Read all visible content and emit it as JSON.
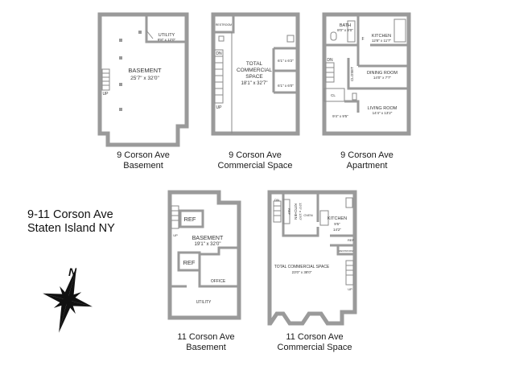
{
  "property": {
    "line1": "9-11 Corson Ave",
    "line2": "Staten Island NY"
  },
  "compass": {
    "label": "N"
  },
  "plans": {
    "p9_basement": {
      "caption1": "9 Corson Ave",
      "caption2": "Basement",
      "rooms": {
        "utility_name": "UTILITY",
        "utility_dim": "9'8\" x 12'0\"",
        "basement_name": "BASEMENT",
        "basement_dim": "25'7\" x 32'0\"",
        "stair_up": "UP"
      }
    },
    "p9_commercial": {
      "caption1": "9 Corson Ave",
      "caption2": "Commercial Space",
      "rooms": {
        "restroom": "RESTROOM",
        "stair_dn": "DN",
        "stair_up": "UP",
        "space_l1": "TOTAL",
        "space_l2": "COMMERCIAL",
        "space_l3": "SPACE",
        "space_dim": "18'1\" x 32'7\"",
        "small1": "6'1\" x 6'2\"",
        "small2": "6'1\" x 6'0\""
      }
    },
    "p9_apartment": {
      "caption1": "9 Corson Ave",
      "caption2": "Apartment",
      "rooms": {
        "bath_name": "BATH",
        "bath_dim": "8'0\" x 8'0\"",
        "f_mark": "F",
        "kitchen_name": "KITCHEN",
        "kitchen_dim": "12'8\" x 11'7\"",
        "stair_dn": "DN",
        "closet": "CLOSET",
        "dining_name": "DINING ROOM",
        "dining_dim": "14'0\" x 7'7\"",
        "cl": "CL",
        "living_name": "LIVING ROOM",
        "living_dim": "14'4\" x 13'2\"",
        "bed_dim": "9'4\" x 9'5\""
      }
    },
    "p11_basement": {
      "caption1": "11 Corson Ave",
      "caption2": "Basement",
      "rooms": {
        "ref1": "REF",
        "ref2": "REF",
        "up": "UP",
        "basement_name": "BASEMENT",
        "basement_dim": "19'1\" x 32'0\"",
        "office": "OFFICE",
        "utility": "UTILITY"
      }
    },
    "p11_commercial": {
      "caption1": "11 Corson Ave",
      "caption2": "Commercial Space",
      "rooms": {
        "dn": "DN",
        "ref_v": "REF",
        "kitchen_v1": "KITCHEN",
        "kitchen_v2": "12'0\" x 13'0\"",
        "oven": "OVEN",
        "kitchen_name": "KITCHEN",
        "kitchen_dim1": "9'5\"",
        "kitchen_dim2": "14'2\"",
        "ref": "REF",
        "restroom": "RESTROOM",
        "space_name": "TOTAL COMMERCIAL SPACE",
        "space_dim": "23'0\" x 38'0\"",
        "up": "UP"
      }
    }
  }
}
